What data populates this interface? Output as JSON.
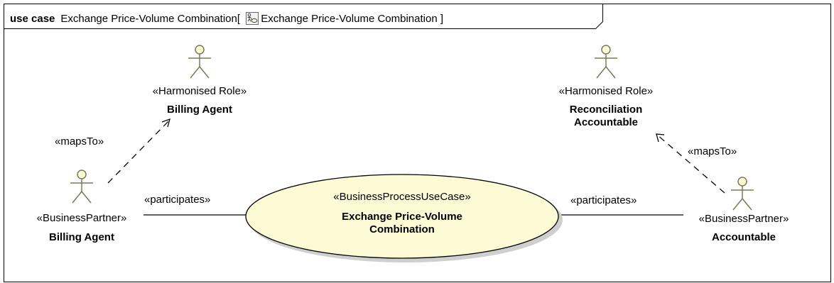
{
  "frame": {
    "keyword": "use case",
    "name": "Exchange Price-Volume Combination",
    "bracket_open": "[",
    "link_label": "Exchange Price-Volume Combination",
    "bracket_close": "]"
  },
  "actors": {
    "billing_agent_role": {
      "stereotype": "«Harmonised Role»",
      "name": "Billing Agent"
    },
    "reconciliation_role": {
      "stereotype": "«Harmonised Role»",
      "name": "Reconciliation\nAccountable"
    },
    "billing_agent_partner": {
      "stereotype": "«BusinessPartner»",
      "name": "Billing Agent"
    },
    "accountable_partner": {
      "stereotype": "«BusinessPartner»",
      "name": "Accountable"
    }
  },
  "use_case": {
    "stereotype": "«BusinessProcessUseCase»",
    "name": "Exchange Price-Volume\nCombination",
    "fill": "#fdfad6",
    "stroke": "#000000"
  },
  "relations": {
    "maps_to_left": "«mapsTo»",
    "maps_to_right": "«mapsTo»",
    "participates_left": "«participates»",
    "participates_right": "«participates»"
  },
  "colors": {
    "actor_head_fill": "#fdfad6",
    "actor_body_stroke": "#7a7a5a",
    "line": "#000000"
  },
  "icons": {
    "actor": "stick-figure-icon",
    "use_case_diagram": "use-case-diagram-icon"
  }
}
